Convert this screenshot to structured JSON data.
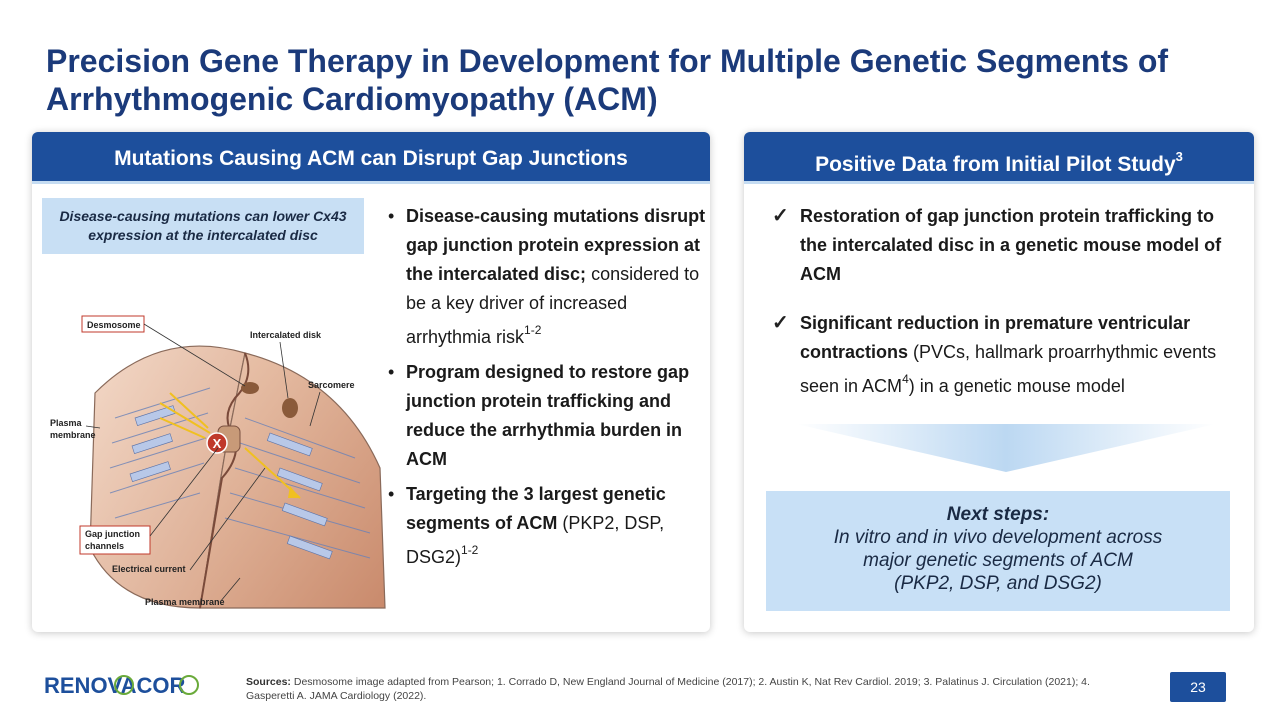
{
  "title": "Precision Gene Therapy in Development for Multiple Genetic Segments of Arrhythmogenic Cardiomyopathy (ACM)",
  "left_panel": {
    "header": "Mutations Causing ACM can Disrupt Gap Junctions",
    "callout": "Disease-causing mutations can lower Cx43 expression at the intercalated disc",
    "diagram_labels": {
      "desmosome": "Desmosome",
      "intercalated_disk": "Intercalated disk",
      "sarcomere": "Sarcomere",
      "plasma_membrane_left_1": "Plasma",
      "plasma_membrane_left_2": "membrane",
      "x_mark": "X",
      "gap_junction_1": "Gap junction",
      "gap_junction_2": "channels",
      "electrical_current": "Electrical current",
      "plasma_membrane_bottom": "Plasma membrane"
    },
    "bullets": [
      {
        "bold": "Disease-causing mutations disrupt gap junction protein expression at the intercalated disc;",
        "text": " considered to be a key driver of increased arrhythmia risk",
        "sup": "1-2"
      },
      {
        "bold": "Program designed to restore gap junction protein trafficking and reduce the arrhythmia burden in ACM",
        "text": "",
        "sup": ""
      },
      {
        "bold": "Targeting the 3 largest genetic segments of ACM",
        "text": " (PKP2, DSP, DSG2)",
        "sup": "1-2"
      }
    ]
  },
  "right_panel": {
    "header": "Positive Data from Initial Pilot Study",
    "header_sup": "3",
    "checks": [
      {
        "bold": "Restoration of gap junction protein trafficking to the intercalated disc in a genetic mouse model of ACM",
        "text_before_sup": "",
        "sup": "",
        "text_after_sup": ""
      },
      {
        "bold": "Significant reduction in premature ventricular contractions",
        "text_before_sup": " (PVCs, hallmark proarrhythmic events seen in ACM",
        "sup": "4",
        "text_after_sup": ") in a genetic mouse model"
      }
    ],
    "check_glyph": "✓",
    "next_steps_title": "Next steps:",
    "next_steps_lines": [
      "In vitro and in vivo development across",
      "major genetic segments of ACM",
      "(PKP2, DSP, and DSG2)"
    ]
  },
  "footer": {
    "logo_text": "RENOVACOR",
    "sources_label": "Sources:",
    "sources_text": " Desmosome image adapted from Pearson; 1. Corrado D, New England Journal of Medicine (2017); 2. Austin K, Nat Rev Cardiol. 2019; 3. Palatinus J. Circulation (2021); 4. Gasperetti A. JAMA Cardiology (2022).",
    "page_number": "23"
  },
  "colors": {
    "title": "#1b3a7a",
    "header_bg": "#1d4f9c",
    "callout_bg": "#c8dff4",
    "logo_blue": "#1d4f9c"
  }
}
